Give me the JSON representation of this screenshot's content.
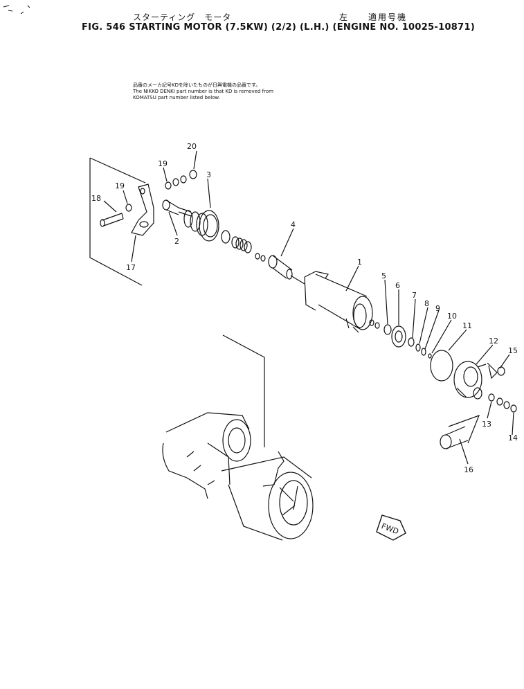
{
  "header": {
    "jp_title": "スターティング　モータ",
    "jp_right": "左　　適用号機",
    "fig_title": "FIG. 546  STARTING MOTOR (7.5KW) (2/2) (L.H.) (ENGINE NO. 10025-10871)"
  },
  "note": {
    "line1": "品番のメーカ記号KDを除いたものが日興電機の品番です。",
    "line2": "The NIKKO DENKI part number is that KD is removed from",
    "line3": "KOMATSU part number listed below."
  },
  "callouts": [
    "1",
    "2",
    "3",
    "4",
    "5",
    "6",
    "7",
    "8",
    "9",
    "10",
    "11",
    "12",
    "13",
    "14",
    "15",
    "16",
    "17",
    "18",
    "19",
    "19",
    "20"
  ],
  "fwd": "FWD"
}
